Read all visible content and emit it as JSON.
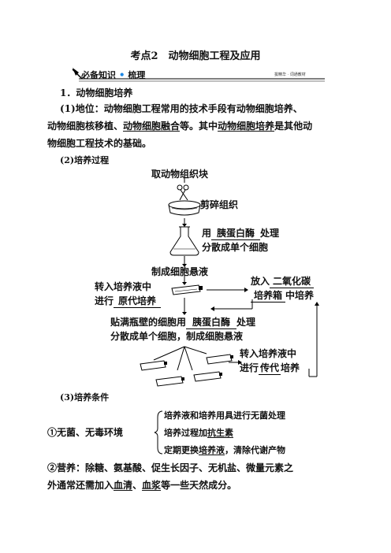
{
  "title": "考点2　动物细胞工程及应用",
  "banner": {
    "label": "必备知识",
    "dot": "•",
    "label2": "梳理",
    "small": "拔精华 · 词通教材"
  },
  "section1": {
    "heading": "1．动物细胞培养"
  },
  "para1": {
    "line1": "(1)地位：动物细胞工程常用的技术手段有动物细胞培养、",
    "line2_a": "动物细胞核移植、",
    "line2_b": "动物细胞融合",
    "line2_c": "等。其中",
    "line2_d": "动物细胞培养",
    "line2_e": "是其他动",
    "line3": "物细胞工程技术的基础。"
  },
  "process": {
    "heading": "(2)培养过程",
    "step1": "取动物组织块",
    "step2": "剪碎组织",
    "step3_a": "用",
    "step3_blank": "胰蛋白酶",
    "step3_b": "处理",
    "step3_line2": "分散成单个细胞",
    "step4": "制成细胞悬液",
    "step5_line1": "转入培养液中",
    "step5_a": "进行",
    "step5_blank": "原代培养",
    "right1_a": "放入",
    "right1_blank": "二氧化碳",
    "right2_blank": "培养箱",
    "right2_b": "中培养",
    "step6_a": "贴满瓶壁的细胞用",
    "step6_blank": "胰蛋白酶",
    "step6_b": "处理",
    "step6_line2": "分散成单个细胞，制成细胞悬液",
    "step7_line1": "转入培养液中",
    "step7_a": "进行",
    "step7_blank": "传代",
    "step7_b": "培养"
  },
  "conditions": {
    "heading": "(3)培养条件",
    "item1_label": "①无菌、无毒环境",
    "brace": [
      {
        "text": "培养液和培养用具进行无菌处理"
      },
      {
        "text_a": "培养过程加",
        "text_u": "抗生素"
      },
      {
        "text_a": "定期更换",
        "text_u": "培养液",
        "text_b": "，清除代谢产物"
      }
    ],
    "item2_line1": "②营养：除糖、氨基酸、促生长因子、无机盐、微量元素之",
    "item2_a": "外通常还需加入",
    "item2_u1": "血清",
    "item2_sep": "、",
    "item2_u2": "血浆",
    "item2_b": "等一些天然成分。"
  }
}
